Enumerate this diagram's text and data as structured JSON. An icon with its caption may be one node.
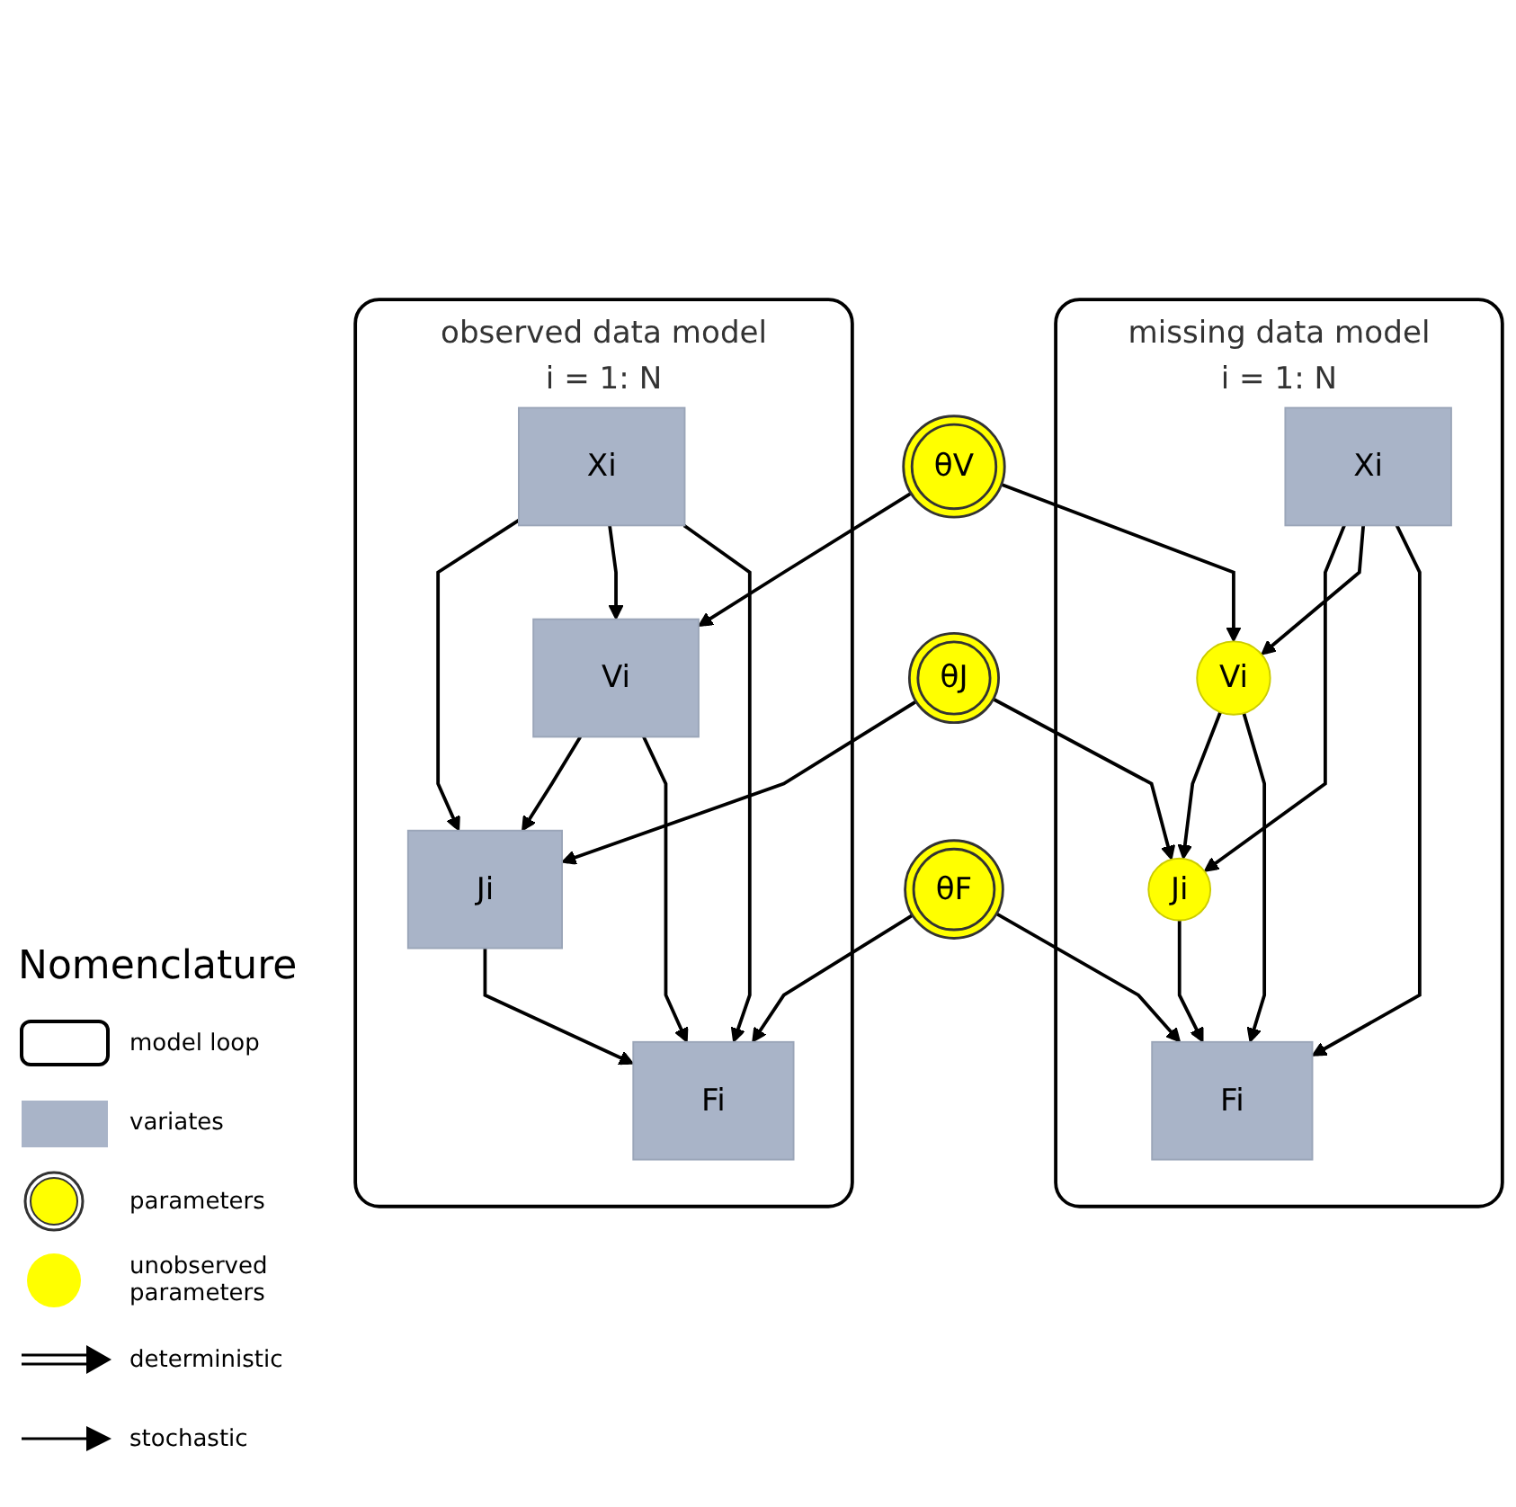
{
  "diagram": {
    "nodes": [
      {
        "text": [
          "θJ"
        ]
      },
      {
        "text": [
          "θV"
        ]
      },
      {
        "text": [
          "observed data model",
          "i = 1: N"
        ]
      },
      {
        "text": [
          "Ji"
        ],
        "in": 2
      },
      {
        "text": [
          "Xi"
        ],
        "in": 2
      },
      {
        "text": [
          "Vi"
        ],
        "in": 2
      },
      {
        "text": [
          "Fi"
        ],
        "in": 2
      },
      {
        "text": [
          "missing data model",
          "i = 1: N"
        ]
      },
      {
        "text": [
          "Xi"
        ],
        "in": 7
      },
      {
        "text": [
          "Ji"
        ],
        "in": 7
      },
      {
        "text": [
          "Vi"
        ],
        "in": 7
      },
      {
        "text": [
          "Fi"
        ],
        "in": 7
      },
      {
        "text": [
          "θF"
        ]
      }
    ],
    "edges": [
      {
        "from": 0,
        "to": 3,
        "arrow": "to"
      },
      {
        "from": 0,
        "to": 9,
        "arrow": "to"
      },
      {
        "from": 1,
        "to": 5,
        "arrow": "to"
      },
      {
        "from": 1,
        "to": 10,
        "arrow": "to"
      },
      {
        "from": 4,
        "to": 3,
        "arrow": "to"
      },
      {
        "from": 4,
        "to": 5,
        "arrow": "to"
      },
      {
        "from": 5,
        "to": 3,
        "arrow": "to"
      },
      {
        "from": 3,
        "to": 6,
        "arrow": "to"
      },
      {
        "from": 5,
        "to": 6,
        "arrow": "to"
      },
      {
        "from": 4,
        "to": 6,
        "arrow": "to"
      },
      {
        "from": 8,
        "to": 9,
        "arrow": "to"
      },
      {
        "from": 8,
        "to": 10,
        "arrow": "to"
      },
      {
        "from": 10,
        "to": 9,
        "arrow": "to"
      },
      {
        "from": 8,
        "to": 11,
        "arrow": "to"
      },
      {
        "from": 10,
        "to": 11,
        "arrow": "to"
      },
      {
        "from": 9,
        "to": 11,
        "arrow": "to"
      },
      {
        "from": 12,
        "to": 6,
        "arrow": "to"
      },
      {
        "from": 12,
        "to": 11,
        "arrow": "to"
      }
    ],
    "labels": [
      "Nomenclature"
    ],
    "legend": [
      {
        "text": "model loop"
      },
      {
        "text": "variates",
        "color": "#a9b4c8"
      },
      {
        "text": "parameters"
      },
      {
        "text": "unobserved parameters"
      },
      {
        "text": "deterministic"
      },
      {
        "text": "stochastic"
      }
    ]
  }
}
